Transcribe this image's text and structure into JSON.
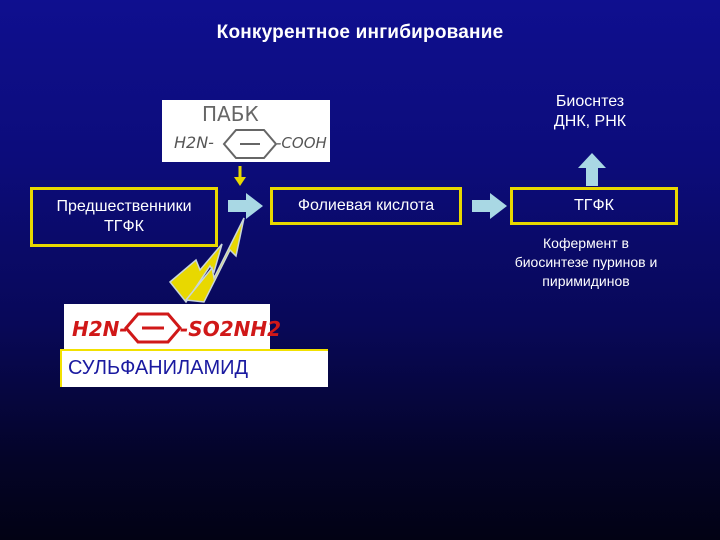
{
  "title": "Конкурентное ингибирование",
  "biosynthesis": {
    "line1": "Биоснтез",
    "line2": "ДНК, РНК"
  },
  "precursors_box": {
    "line1": "Предшественники",
    "line2": "ТГФК"
  },
  "folic_acid_box": {
    "label": "Фолиевая кислота"
  },
  "tgfk_box": {
    "label": "ТГФК"
  },
  "coenzyme_note": {
    "line1": "Кофермент в",
    "line2": "биосинтезе пуринов и",
    "line3": "пиримидинов"
  },
  "pabk_structure": {
    "name": "ПАБК",
    "left_group": "H2N-",
    "right_group": "-COOH"
  },
  "sulfanilamide_structure": {
    "left_group": "H2N-",
    "right_group": "-SO2NH2"
  },
  "sulfanilamide_label": "СУЛЬФАНИЛАМИД",
  "colors": {
    "background_top": "#0f0f8f",
    "background_bottom": "#020214",
    "box_border": "#e8d800",
    "arrow_fill": "#a9d8e4",
    "lightning_fill": "#e8d800",
    "sulfa_text": "#d01818",
    "sulfa_label_text": "#1a1aa0"
  }
}
